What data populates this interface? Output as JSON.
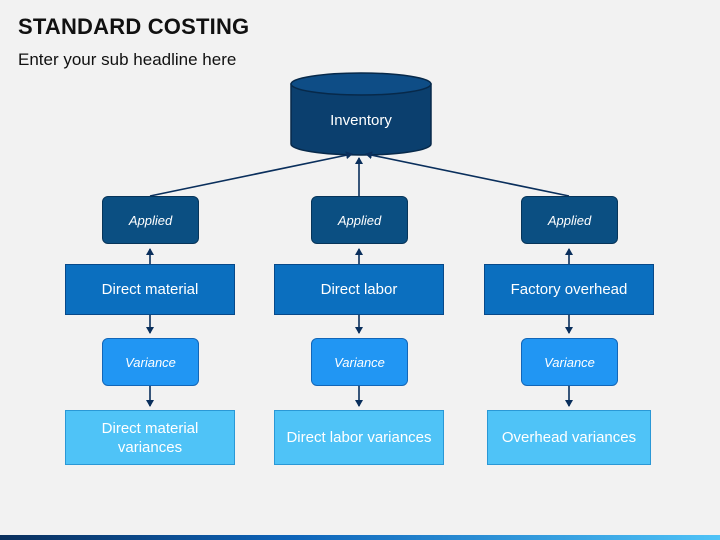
{
  "title": "STANDARD COSTING",
  "subtitle": "Enter your sub headline here",
  "inventory": {
    "label": "Inventory"
  },
  "columns": [
    {
      "applied": "Applied",
      "cost": "Direct material",
      "variance": "Variance",
      "result": "Direct material variances"
    },
    {
      "applied": "Applied",
      "cost": "Direct labor",
      "variance": "Variance",
      "result": "Direct labor variances"
    },
    {
      "applied": "Applied",
      "cost": "Factory overhead",
      "variance": "Variance",
      "result": "Overhead variances"
    }
  ],
  "colors": {
    "inventory": "#0b3f6e",
    "applied": "#0b4f82",
    "cost": "#0b6fbf",
    "variance": "#2196f3",
    "result": "#4fc3f7"
  }
}
